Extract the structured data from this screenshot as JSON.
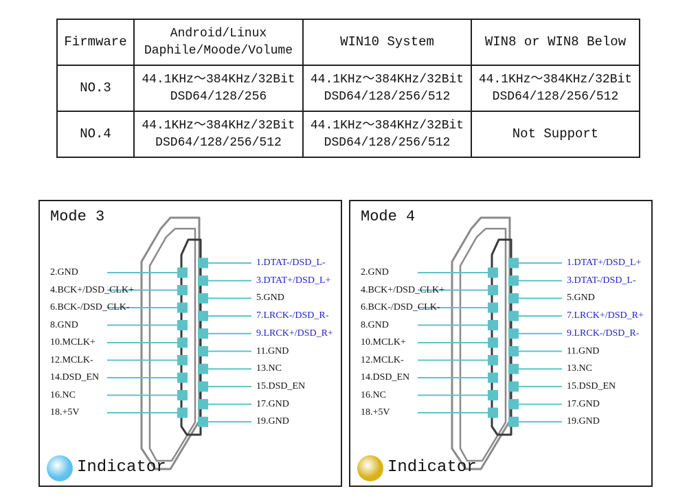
{
  "table": {
    "header": [
      "Firmware",
      [
        "Android/Linux",
        "Daphile/Moode/Volume"
      ],
      "WIN10 System",
      "WIN8 or WIN8 Below"
    ],
    "rows": [
      [
        "NO.3",
        [
          "44.1KHz～384KHz/32Bit",
          "DSD64/128/256"
        ],
        [
          "44.1KHz～384KHz/32Bit",
          "DSD64/128/256/512"
        ],
        [
          "44.1KHz～384KHz/32Bit",
          "DSD64/128/256/512"
        ]
      ],
      [
        "NO.4",
        [
          "44.1KHz～384KHz/32Bit",
          "DSD64/128/256/512"
        ],
        [
          "44.1KHz～384KHz/32Bit",
          "DSD64/128/256/512"
        ],
        "Not Support"
      ]
    ]
  },
  "colors": {
    "pin": "#5bc3c8",
    "connector_outline": "#8a8a8a",
    "highlight_text": "#1f24c8",
    "mode3_indicator": "#5fc1ee",
    "mode4_indicator": "#d9b21a"
  },
  "modes": [
    {
      "title": "Mode 3",
      "indicator_label": "Indicator",
      "indicator_color": "#5fc1ee",
      "left_pins": [
        "2.GND",
        "4.BCK+/DSD_CLK+",
        "6.BCK-/DSD_CLK-",
        "8.GND",
        "10.MCLK+",
        "12.MCLK-",
        "14.DSD_EN",
        "16.NC",
        "18.+5V"
      ],
      "right_pins": [
        {
          "label": "1.DTAT-/DSD_L-",
          "highlight": true
        },
        {
          "label": "3.DTAT+/DSD_L+",
          "highlight": true
        },
        {
          "label": "5.GND",
          "highlight": false
        },
        {
          "label": "7.LRCK-/DSD_R-",
          "highlight": true
        },
        {
          "label": "9.LRCK+/DSD_R+",
          "highlight": true
        },
        {
          "label": "11.GND",
          "highlight": false
        },
        {
          "label": "13.NC",
          "highlight": false
        },
        {
          "label": "15.DSD_EN",
          "highlight": false
        },
        {
          "label": "17.GND",
          "highlight": false
        },
        {
          "label": "19.GND",
          "highlight": false
        }
      ]
    },
    {
      "title": "Mode 4",
      "indicator_label": "Indicator",
      "indicator_color": "#d9b21a",
      "left_pins": [
        "2.GND",
        "4.BCK+/DSD_CLK+",
        "6.BCK-/DSD_CLK-",
        "8.GND",
        "10.MCLK+",
        "12.MCLK-",
        "14.DSD_EN",
        "16.NC",
        "18.+5V"
      ],
      "right_pins": [
        {
          "label": "1.DTAT+/DSD_L+",
          "highlight": true
        },
        {
          "label": "3.DTAT-/DSD_L-",
          "highlight": true
        },
        {
          "label": "5.GND",
          "highlight": false
        },
        {
          "label": "7.LRCK+/DSD_R+",
          "highlight": true
        },
        {
          "label": "9.LRCK-/DSD_R-",
          "highlight": true
        },
        {
          "label": "11.GND",
          "highlight": false
        },
        {
          "label": "13.NC",
          "highlight": false
        },
        {
          "label": "15.DSD_EN",
          "highlight": false
        },
        {
          "label": "17.GND",
          "highlight": false
        },
        {
          "label": "19.GND",
          "highlight": false
        }
      ]
    }
  ]
}
